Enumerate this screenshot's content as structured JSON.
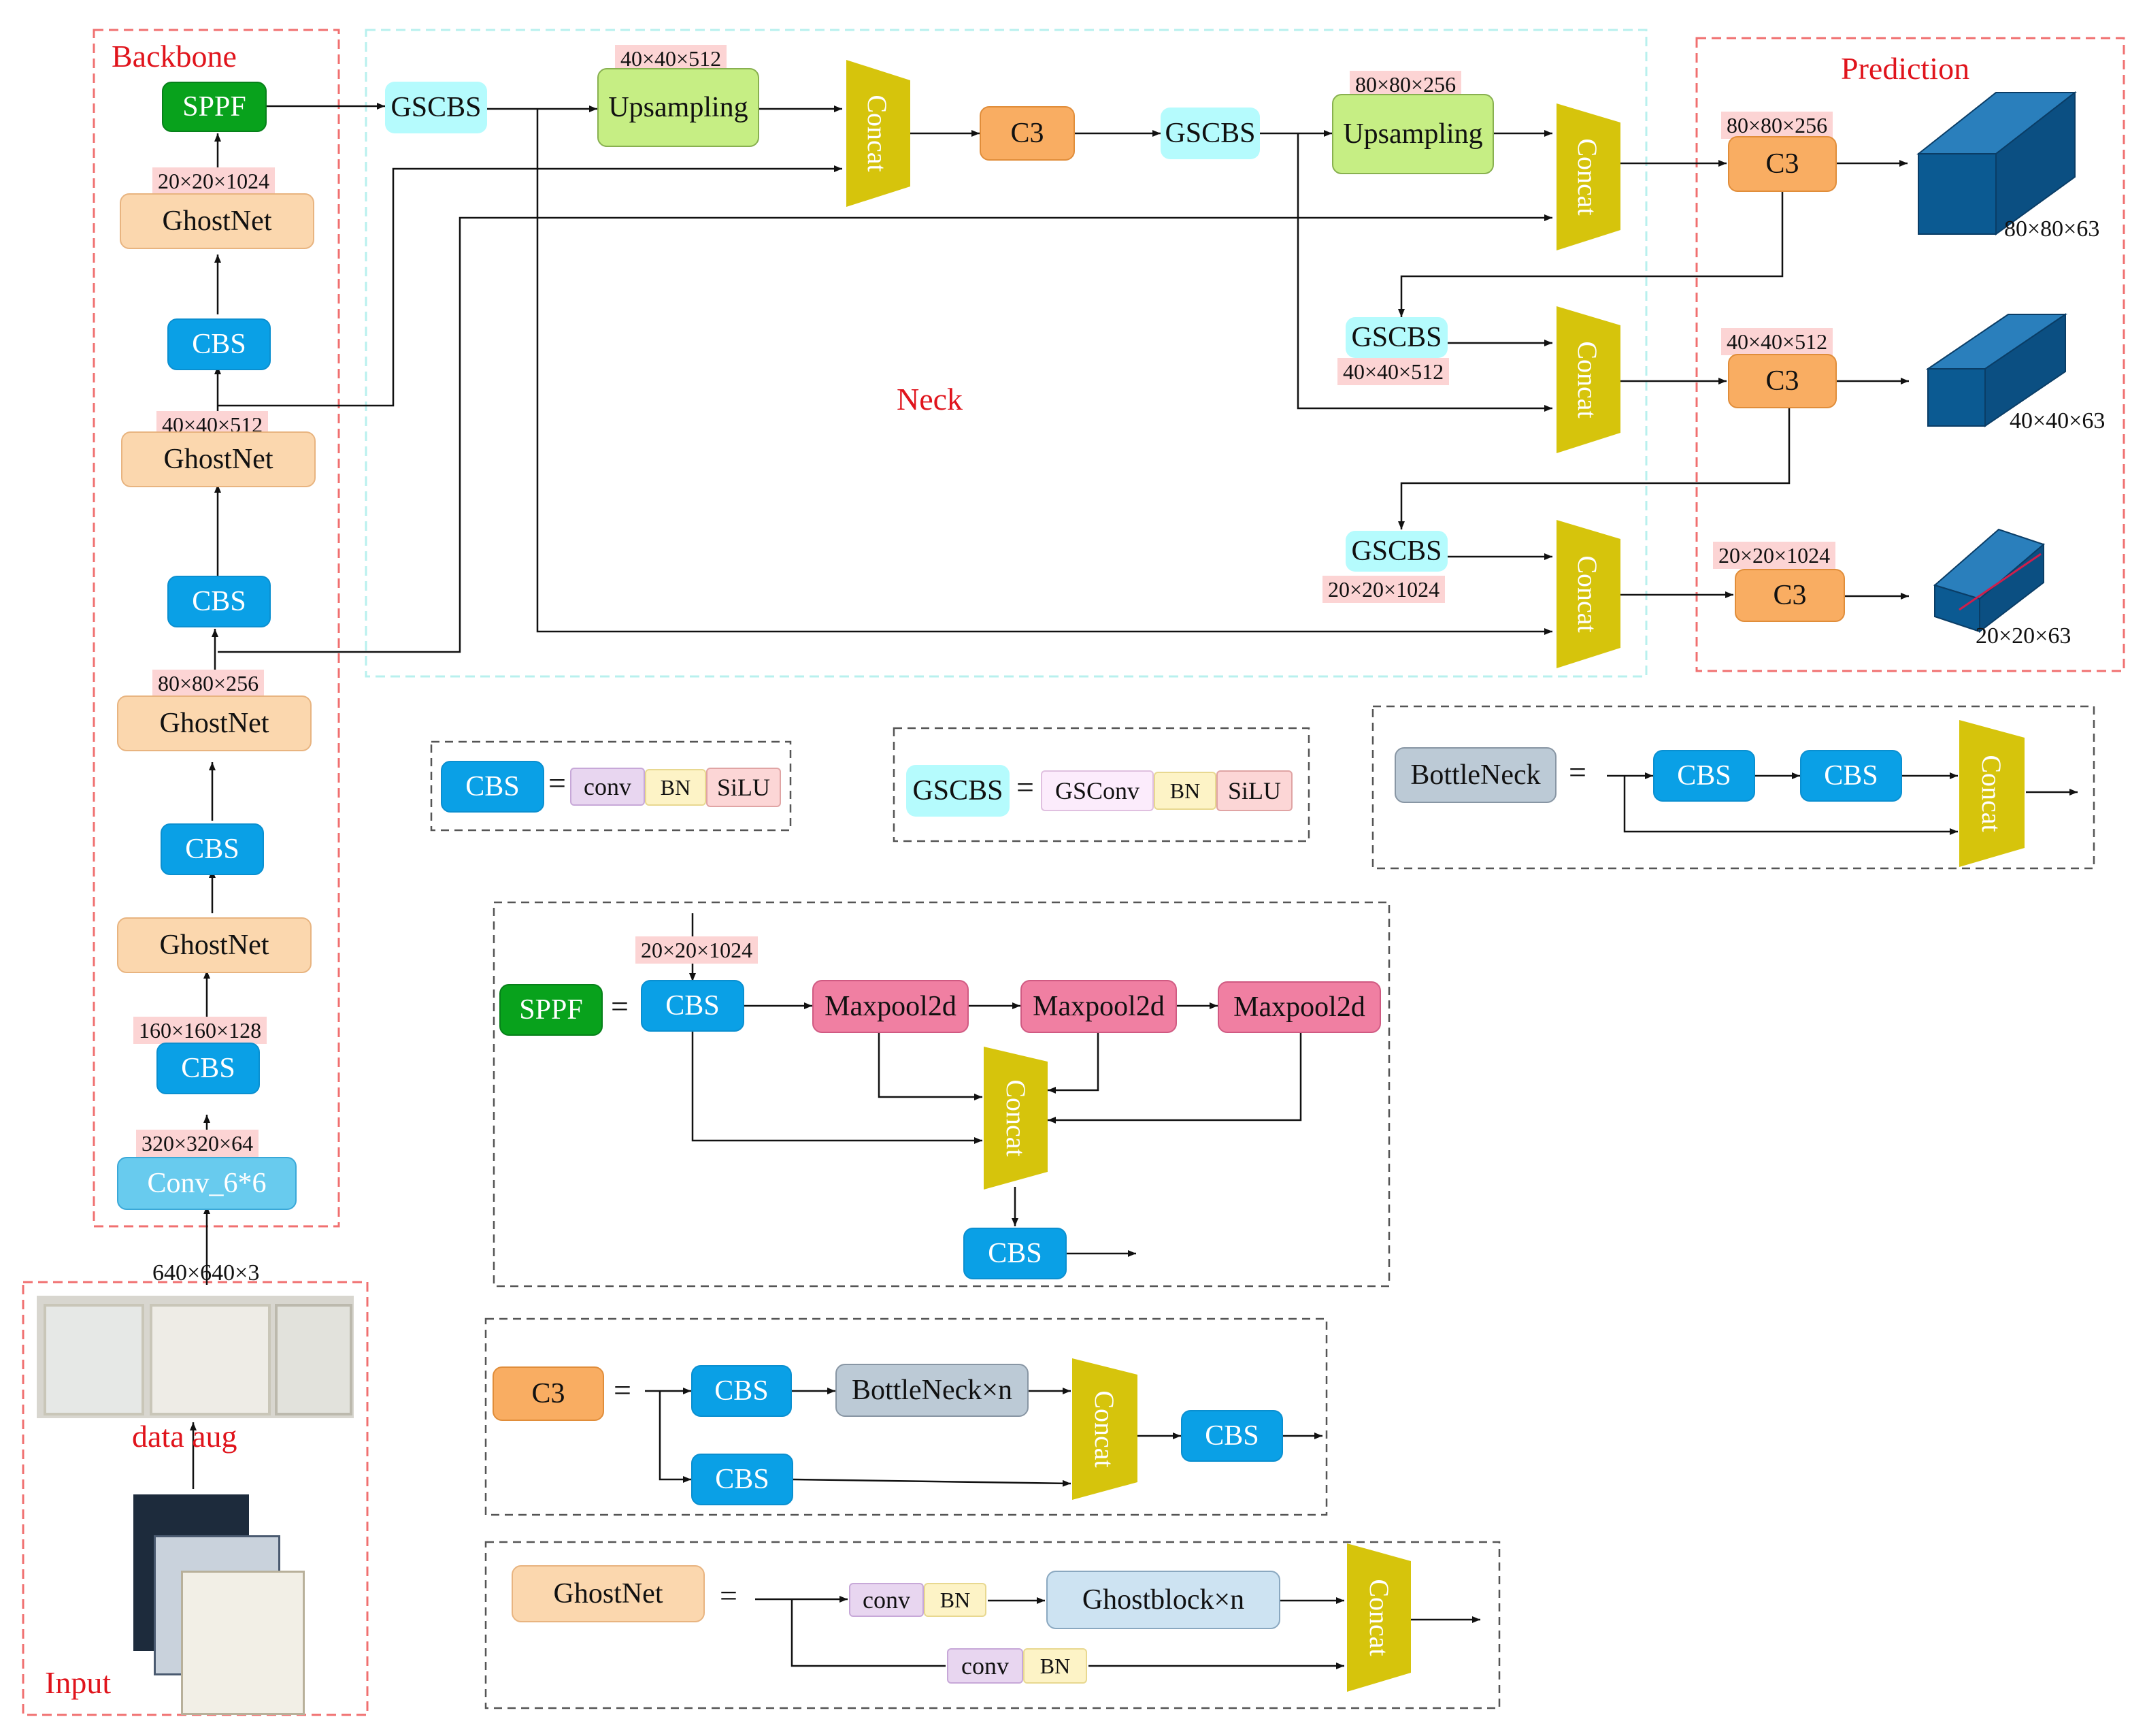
{
  "sections": {
    "backbone": "Backbone",
    "neck": "Neck",
    "prediction": "Prediction",
    "input": "Input",
    "data_aug": "data aug"
  },
  "backbone": {
    "sppf": "SPPF",
    "ghostnet": "GhostNet",
    "cbs": "CBS",
    "conv66": "Conv_6*6",
    "dims": {
      "d20": "20×20×1024",
      "d40": "40×40×512",
      "d80": "80×80×256",
      "d160": "160×160×128",
      "d320": "320×320×64",
      "d640": "640×640×3"
    }
  },
  "neck": {
    "gscbs": "GSCBS",
    "upsampling": "Upsampling",
    "concat": "Concat",
    "c3": "C3",
    "dims": {
      "up1": "40×40×512",
      "up2": "80×80×256",
      "gs_mid": "40×40×512",
      "gs_low": "20×20×1024"
    }
  },
  "prediction": {
    "c3": "C3",
    "dims_in": [
      "80×80×256",
      "40×40×512",
      "20×20×1024"
    ],
    "dims_out": [
      "80×80×63",
      "40×40×63",
      "20×20×63"
    ]
  },
  "legend": {
    "equals": "=",
    "cbs_def": {
      "name": "CBS",
      "parts": [
        "conv",
        "BN",
        "SiLU"
      ]
    },
    "gscbs_def": {
      "name": "GSCBS",
      "parts": [
        "GSConv",
        "BN",
        "SiLU"
      ]
    },
    "bottleneck_def": {
      "name": "BottleNeck",
      "cbs": "CBS",
      "concat": "Concat"
    },
    "sppf_def": {
      "name": "SPPF",
      "dim": "20×20×1024",
      "cbs": "CBS",
      "maxpool": "Maxpool2d",
      "concat": "Concat"
    },
    "c3_def": {
      "name": "C3",
      "cbs": "CBS",
      "bottleneck": "BottleNeck×n",
      "concat": "Concat"
    },
    "ghostnet_def": {
      "name": "GhostNet",
      "conv": "conv",
      "bn": "BN",
      "ghostblock": "Ghostblock×n",
      "concat": "Concat"
    }
  },
  "colors": {
    "cbs": "#0aa0e6",
    "gscbs": "#b5fbfd",
    "ghostnet": "#fbd7ae",
    "c3": "#f9ad62",
    "sppf": "#08a21c",
    "upsampling": "#c6ee84",
    "concat": "#d6c40c",
    "maxpool": "#f07fa2",
    "output_box": "#0b5a92",
    "section_border": "#f07070",
    "neck_border": "#b8f0ee"
  }
}
